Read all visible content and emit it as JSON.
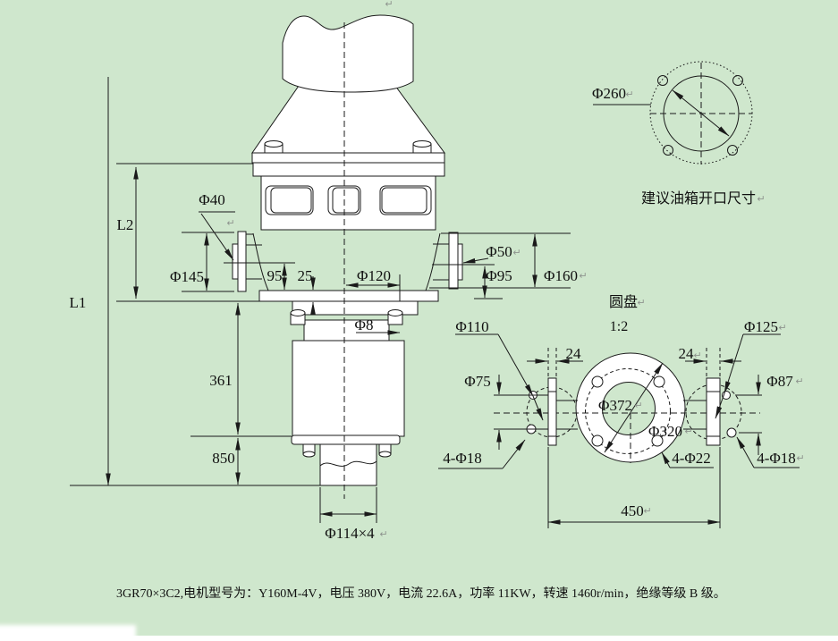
{
  "page": {
    "background_color": "#cfe7cd",
    "line_color": "#1a1a1a",
    "paragraph_mark": "↵"
  },
  "main_view": {
    "dims": {
      "l1": "L1",
      "l2": "L2",
      "d40": "Φ40",
      "d145": "Φ145",
      "n95": "95",
      "n25": "25",
      "d120": "Φ120",
      "d50": "Φ50",
      "d95": "Φ95",
      "d160": "Φ160",
      "d8": "Φ8",
      "n361": "361",
      "n850": "850",
      "pipe_size": "Φ114×4"
    }
  },
  "tank_opening": {
    "diameter": "Φ260",
    "caption": "建议油箱开口尺寸"
  },
  "disc_view": {
    "title": "圆盘",
    "scale": "1:2",
    "dims": {
      "d110": "Φ110",
      "d75": "Φ75",
      "t24_left": "24",
      "t24_right": "24",
      "d125": "Φ125",
      "d87": "Φ87",
      "d372": "Φ372",
      "d320": "Φ320",
      "holes_left": "4-Φ18",
      "holes_center": "4-Φ22",
      "holes_right": "4-Φ18",
      "span450": "450"
    }
  },
  "footer": {
    "spec": "3GR70×3C2,电机型号为：Y160M-4V，电压 380V，电流 22.6A，功率 11KW，转速 1460r/min，绝缘等级 B 级。"
  }
}
